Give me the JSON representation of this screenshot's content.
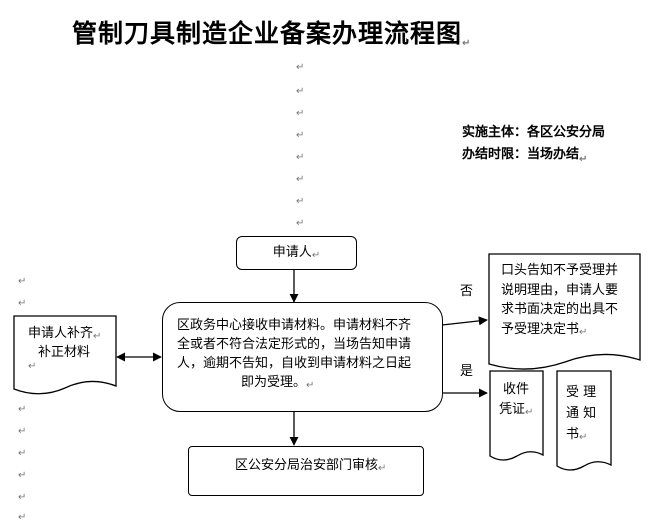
{
  "title": "管制刀具制造企业备案办理流程图",
  "info": {
    "implementer": "实施主体：各区公安分局",
    "time_limit": "办结时限：当场办结"
  },
  "nodes": {
    "applicant": "申请人",
    "supplement_line1": "申请人补齐",
    "supplement_line2": "补正材料",
    "center_line1": "区政务中心接收申请材料。申请材料不齐",
    "center_line2": "全或者不符合法定形式的，当场告知申请",
    "center_line3": "人，逾期不告知，自收到申请材料之日起",
    "center_line4": "即为受理。",
    "review": "区公安分局治安部门审核",
    "reject_line1": "口头告知不予受理并",
    "reject_line2": "说明理由，申请人要",
    "reject_line3": "求书面决定的出具不",
    "reject_line4": "予受理决定书",
    "receipt_line1": "收件",
    "receipt_line2": "凭证",
    "accept_line1": "受 理",
    "accept_line2": "通 知",
    "accept_line3": "书"
  },
  "edge_labels": {
    "no": "否",
    "yes": "是"
  },
  "paragraph_mark": "↵"
}
